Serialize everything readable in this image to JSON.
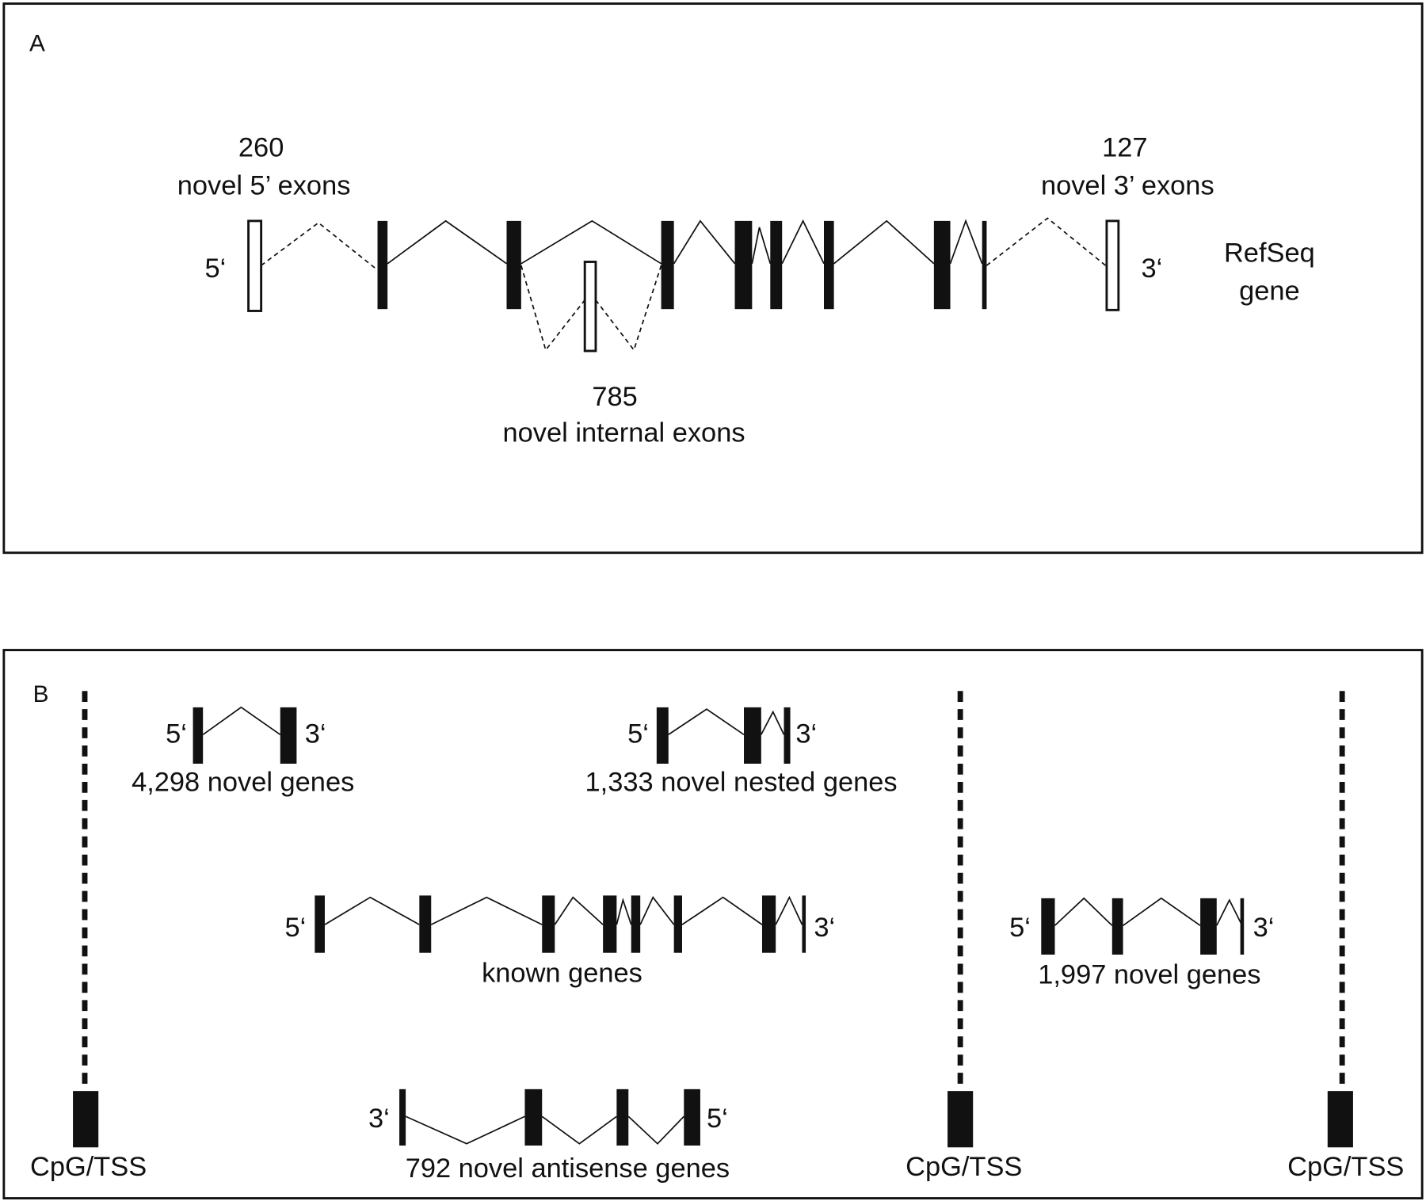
{
  "panel_a": {
    "label": "A",
    "five_prime": "5‘",
    "three_prime": "3‘",
    "novel5_count": "260",
    "novel5_label": "novel 5’ exons",
    "novel3_count": "127",
    "novel3_label": "novel 3’ exons",
    "internal_count": "785",
    "internal_label": "novel internal exons",
    "refseq_line1": "RefSeq",
    "refseq_line2": "gene"
  },
  "panel_b": {
    "label": "B",
    "five_prime": "5‘",
    "three_prime": "3‘",
    "novel_genes_1": "4,298 novel genes",
    "nested_genes": "1,333 novel nested genes",
    "known_genes": "known genes",
    "novel_genes_2": "1,997 novel genes",
    "antisense_genes": "792 novel antisense genes",
    "cpg_label": "CpG/TSS"
  }
}
